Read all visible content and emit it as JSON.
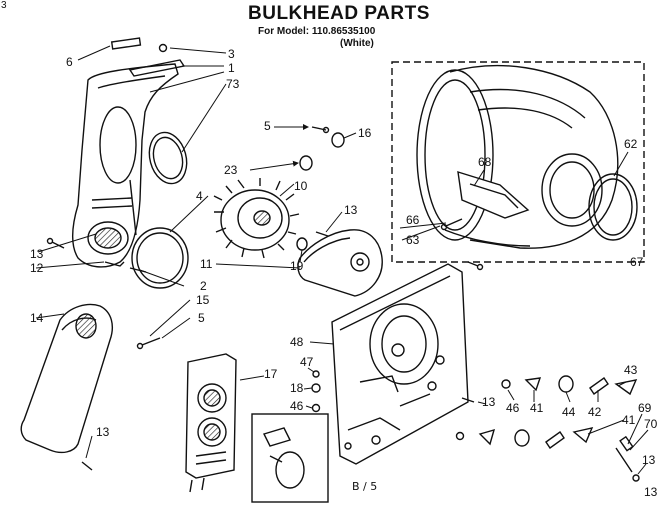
{
  "header": {
    "title": "BULKHEAD PARTS",
    "model_line": "For Model: 110.86535100",
    "variant": "(White)",
    "corner_mark": "3"
  },
  "footer": {
    "page_ref": "B / 5"
  },
  "callouts": [
    "6",
    "3",
    "1",
    "73",
    "5",
    "16",
    "23",
    "10",
    "4",
    "13",
    "66",
    "68",
    "62",
    "63",
    "67",
    "13",
    "12",
    "11",
    "19",
    "2",
    "15",
    "14",
    "5",
    "13",
    "48",
    "47",
    "17",
    "18",
    "46",
    "13",
    "46",
    "41",
    "44",
    "42",
    "43",
    "41",
    "69",
    "70",
    "13",
    "13"
  ]
}
